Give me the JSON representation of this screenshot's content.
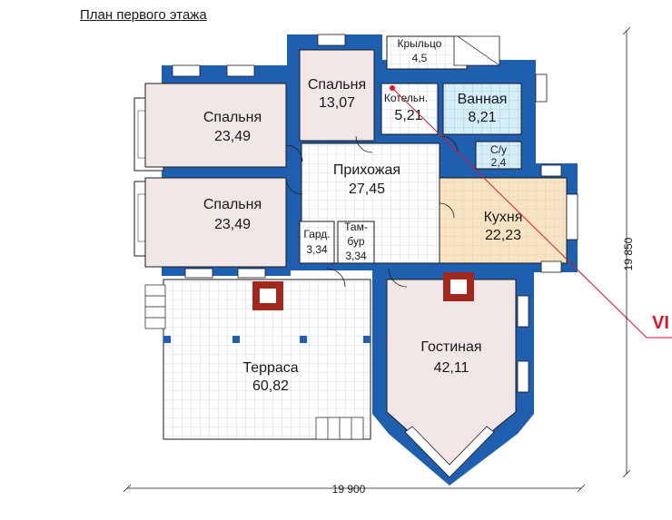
{
  "plan_title": "План первого этажа",
  "rooms": {
    "porch": {
      "name": "Крыльцо",
      "area": "4,5"
    },
    "bedroom_top": {
      "name": "Спальня",
      "area": "13,07"
    },
    "boiler": {
      "name": "Котельн.",
      "area": "5,21"
    },
    "bathroom": {
      "name": "Ванная",
      "area": "8,21"
    },
    "wc": {
      "name": "С/у",
      "area": "2,4"
    },
    "bedroom_upper": {
      "name": "Спальня",
      "area": "23,49"
    },
    "bedroom_lower": {
      "name": "Спальня",
      "area": "23,49"
    },
    "hallway": {
      "name": "Прихожая",
      "area": "27,45"
    },
    "kitchen": {
      "name": "Кухня",
      "area": "22,23"
    },
    "wardrobe": {
      "name_line1": "Гард.",
      "area": "3,34"
    },
    "vestibule": {
      "name_line1": "Там-",
      "name_line2": "бур",
      "area": "3,34"
    },
    "terrace": {
      "name": "Терраса",
      "area": "60,82"
    },
    "living": {
      "name": "Гостиная",
      "area": "42,11"
    }
  },
  "dimensions": {
    "width": "19 900",
    "depth": "19 850"
  },
  "logo_text": "VI",
  "colors": {
    "wall": "#1f5fb0",
    "bedroom": "#f2e6e6",
    "kitchen": "#f6e4c4",
    "bathroom": "#d6eef8",
    "grid_floor": "#ffffff",
    "grid_line": "#c9d3e0",
    "fireplace": "#a0281e",
    "pointer": "#e0142a"
  }
}
